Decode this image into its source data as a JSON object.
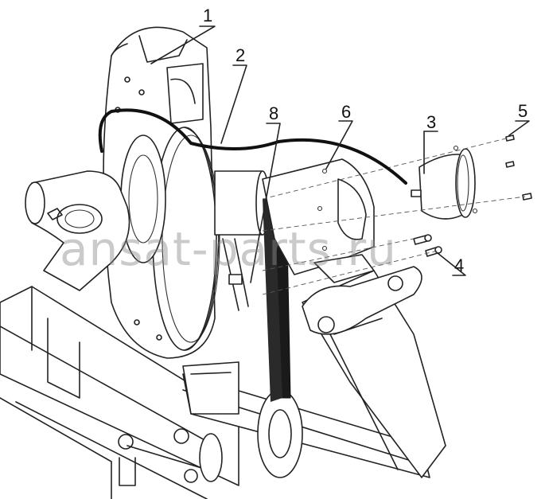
{
  "diagram": {
    "callouts": [
      "1",
      "2",
      "3",
      "4",
      "5",
      "6",
      "8"
    ],
    "watermark": "ansat-parts.ru"
  }
}
